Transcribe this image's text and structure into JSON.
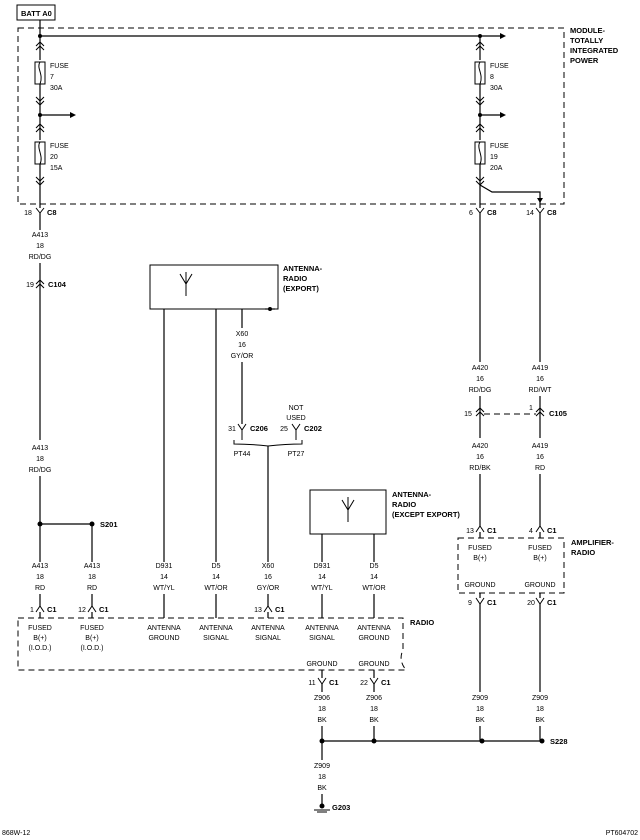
{
  "diagram": {
    "batt_label": "BATT A0",
    "module_label": [
      "MODULE-",
      "TOTALLY",
      "INTEGRATED",
      "POWER"
    ],
    "fuses": [
      {
        "name": "FUSE",
        "num": "7",
        "rating": "30A"
      },
      {
        "name": "FUSE",
        "num": "20",
        "rating": "15A"
      },
      {
        "name": "FUSE",
        "num": "8",
        "rating": "30A"
      },
      {
        "name": "FUSE",
        "num": "19",
        "rating": "20A"
      }
    ],
    "c8_connectors": [
      {
        "pin": "18",
        "conn": "C8"
      },
      {
        "pin": "6",
        "conn": "C8"
      },
      {
        "pin": "14",
        "conn": "C8"
      }
    ],
    "wires": {
      "a413_top": [
        "A413",
        "18",
        "RD/DG"
      ],
      "a413_mid": [
        "A413",
        "18",
        "RD/DG"
      ],
      "a413_left": [
        "A413",
        "18",
        "RD"
      ],
      "a413_right": [
        "A413",
        "18",
        "RD"
      ],
      "a420_top": [
        "A420",
        "16",
        "RD/DG"
      ],
      "a419_top": [
        "A419",
        "16",
        "RD/WT"
      ],
      "a420_bot": [
        "A420",
        "16",
        "RD/BK"
      ],
      "a419_bot": [
        "A419",
        "16",
        "RD"
      ],
      "x60_top": [
        "X60",
        "16",
        "GY/OR"
      ],
      "d931_left": [
        "D931",
        "14",
        "WT/YL"
      ],
      "d5_left": [
        "D5",
        "14",
        "WT/OR"
      ],
      "x60_bot": [
        "X60",
        "16",
        "GY/OR"
      ],
      "d931_right": [
        "D931",
        "14",
        "WT/YL"
      ],
      "d5_right": [
        "D5",
        "14",
        "WT/OR"
      ],
      "z906_a": [
        "Z906",
        "18",
        "BK"
      ],
      "z906_b": [
        "Z906",
        "18",
        "BK"
      ],
      "z909_a": [
        "Z909",
        "18",
        "BK"
      ],
      "z909_b": [
        "Z909",
        "18",
        "BK"
      ],
      "z909_c": [
        "Z909",
        "18",
        "BK"
      ]
    },
    "connectors": {
      "c104": {
        "pin": "19",
        "conn": "C104"
      },
      "c206": {
        "pin": "31",
        "conn": "C206"
      },
      "c202": {
        "pin": "25",
        "conn": "C202"
      },
      "not_used": [
        "NOT",
        "USED"
      ],
      "pt44": "PT44",
      "pt27": "PT27",
      "c105_left_pin": "15",
      "c105_right_pin": "1",
      "c105": "C105",
      "s201": "S201",
      "s228": "S228",
      "g203": "G203",
      "amp_c1_left": {
        "pin": "13",
        "conn": "C1"
      },
      "amp_c1_right": {
        "pin": "4",
        "conn": "C1"
      },
      "amp_c1_gl": {
        "pin": "9",
        "conn": "C1"
      },
      "amp_c1_gr": {
        "pin": "20",
        "conn": "C1"
      },
      "radio_c1": [
        {
          "pin": "1",
          "conn": "C1"
        },
        {
          "pin": "12",
          "conn": "C1"
        },
        {
          "pin": "13",
          "conn": "C1"
        }
      ],
      "gnd_c1_a": {
        "pin": "11",
        "conn": "C1"
      },
      "gnd_c1_b": {
        "pin": "22",
        "conn": "C1"
      }
    },
    "antenna_export": [
      "ANTENNA-",
      "RADIO",
      "(EXPORT)"
    ],
    "antenna_except": [
      "ANTENNA-",
      "RADIO",
      "(EXCEPT EXPORT)"
    ],
    "amplifier": {
      "label": [
        "AMPLIFIER-",
        "RADIO"
      ],
      "fused_l": [
        "FUSED",
        "B(+)"
      ],
      "fused_r": [
        "FUSED",
        "B(+)"
      ],
      "gnd_l": "GROUND",
      "gnd_r": "GROUND"
    },
    "radio": {
      "label": "RADIO",
      "pins": [
        [
          "FUSED",
          "B(+)",
          "(I.O.D.)"
        ],
        [
          "FUSED",
          "B(+)",
          "(I.O.D.)"
        ],
        [
          "ANTENNA",
          "GROUND"
        ],
        [
          "ANTENNA",
          "SIGNAL"
        ],
        [
          "ANTENNA",
          "SIGNAL"
        ],
        [
          "ANTENNA",
          "SIGNAL"
        ],
        [
          "ANTENNA",
          "GROUND"
        ]
      ],
      "gnd_pins": [
        "GROUND",
        "GROUND"
      ]
    },
    "footer_left": "868W-12",
    "footer_right": "PT604702"
  }
}
